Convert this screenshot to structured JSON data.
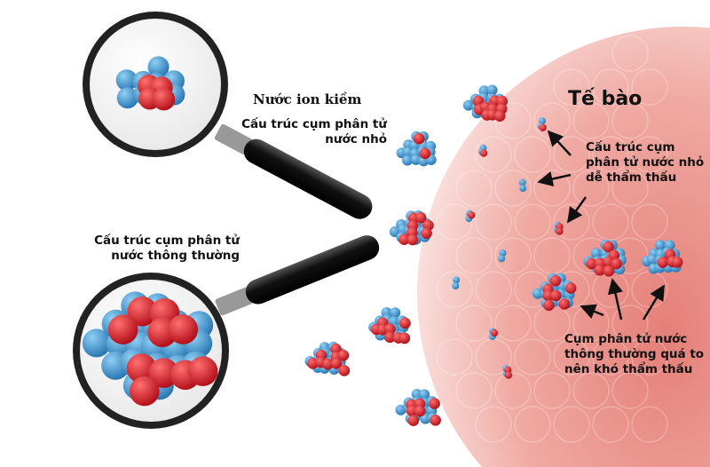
{
  "labels": {
    "alkaline_title": "Nước ion kiềm",
    "small_cluster_line1": "Cấu  trúc cụm phân tử",
    "small_cluster_line2": "nước nhỏ",
    "normal_cluster_line1": "Cấu  trúc cụm phân tử",
    "normal_cluster_line2": "nước thông thường",
    "cell_title": "Tế bào",
    "easy_line1": "Cấu  trúc cụm",
    "easy_line2": "phân tử nước nhỏ",
    "easy_line3": "dễ thẩm thấu",
    "hard_line1": "Cụm phân tử nước",
    "hard_line2": "thông thường quá to",
    "hard_line3": "nên khó thẩm thấu"
  },
  "colors": {
    "oxygen": "#d8202a",
    "hydrogen": "#3a8fc8",
    "cell_light": "#fbe6e3",
    "cell_dark": "#e88a82",
    "handle": "#1a1a1a"
  }
}
